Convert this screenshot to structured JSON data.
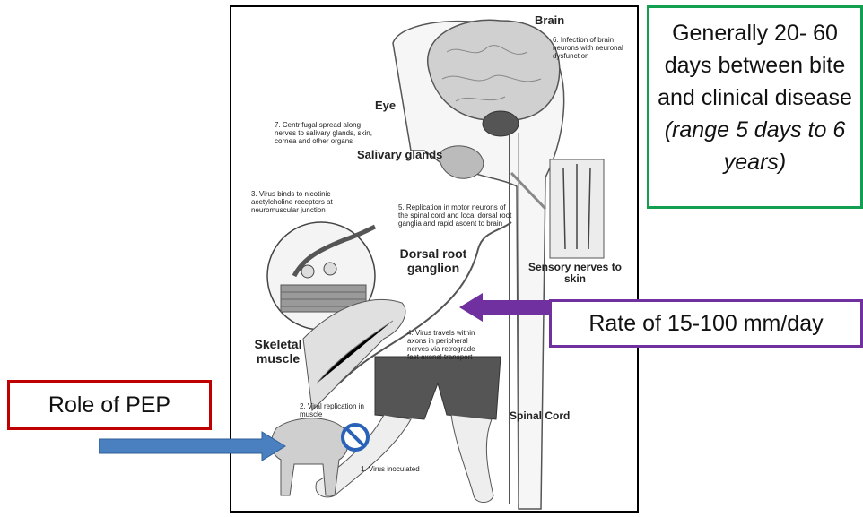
{
  "figure": {
    "labels": {
      "brain": "Brain",
      "step6": "6. Infection of brain neurons with neuronal dysfunction",
      "eye": "Eye",
      "step7": "7. Centrifugal spread along nerves to salivary glands, skin, cornea and other organs",
      "salivary": "Salivary glands",
      "step3": "3. Virus binds to nicotinic acetylcholine receptors at neuromuscular junction",
      "step5": "5. Replication in motor neurons of the spinal cord and local dorsal root ganglia and rapid ascent to brain",
      "dorsal": "Dorsal root ganglion",
      "sensory": "Sensory nerves to skin",
      "skeletal": "Skeletal muscle",
      "step4": "4. Virus travels within axons in peripheral nerves via retrograde fast axonal transport",
      "step2": "2. Viral replication in muscle",
      "spinal": "Spinal Cord",
      "step1": "1. Virus inoculated"
    }
  },
  "callouts": {
    "timing_main": "Generally 20- 60 days between bite and clinical disease",
    "timing_range": "(range 5 days to 6 years)",
    "rate": "Rate of 15-100 mm/day",
    "pep": "Role of PEP"
  },
  "colors": {
    "timing_border": "#12a050",
    "rate_border": "#7030a0",
    "rate_arrow": "#7030a0",
    "pep_border": "#c00000",
    "pep_arrow": "#4a7fc0",
    "block_icon": "#2a62b8"
  },
  "icons": {
    "block": "no-entry-icon"
  }
}
